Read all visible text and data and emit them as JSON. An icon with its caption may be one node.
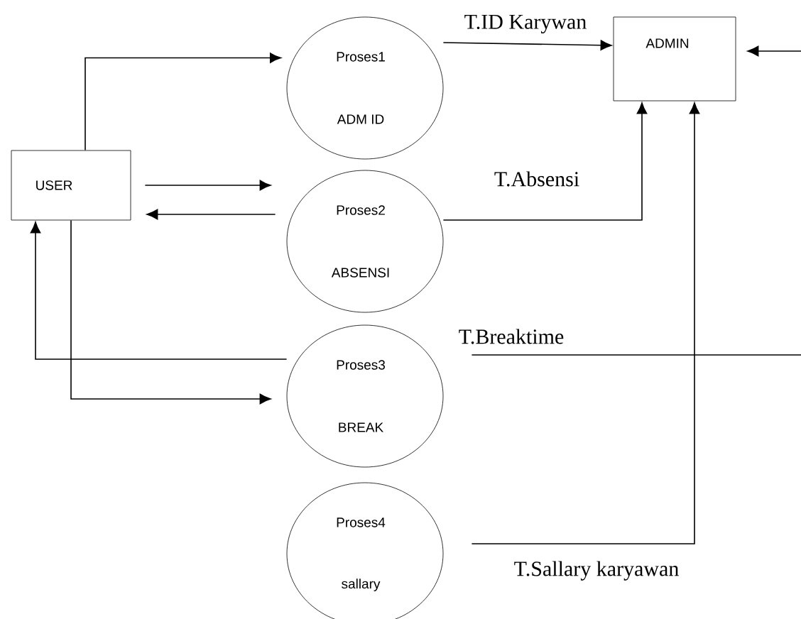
{
  "diagram": {
    "nodes": [
      {
        "text": [
          "USER"
        ]
      },
      {
        "text": [
          "Proses1",
          "ADM ID"
        ]
      },
      {
        "text": [
          "Proses2",
          "ABSENSI"
        ]
      },
      {
        "text": [
          "Proses3",
          "BREAK"
        ]
      },
      {
        "text": [
          "Proses4",
          "sallary"
        ]
      },
      {
        "text": [
          "ADMIN"
        ]
      }
    ],
    "edges": [
      {
        "from": 0,
        "to": 1,
        "arrow": "to"
      },
      {
        "from": 0,
        "to": 2,
        "arrow": "to"
      },
      {
        "from": 2,
        "to": 0,
        "arrow": "to"
      },
      {
        "from": 1,
        "to": 5,
        "arrow": "to",
        "label": "T.ID Karywan"
      },
      {
        "from": 2,
        "to": 5,
        "arrow": "to",
        "label": "T.Absensi"
      },
      {
        "from": 3,
        "to": 0,
        "arrow": "to"
      },
      {
        "from": 0,
        "to": 3,
        "arrow": "to"
      },
      {
        "from": 4,
        "to": 5,
        "arrow": "to",
        "label": "T.Sallary karyawan"
      },
      {
        "from": 3,
        "to": null,
        "arrow": "none",
        "label": "T.Breaktime"
      },
      {
        "from": null,
        "to": 5,
        "arrow": "to"
      }
    ]
  }
}
